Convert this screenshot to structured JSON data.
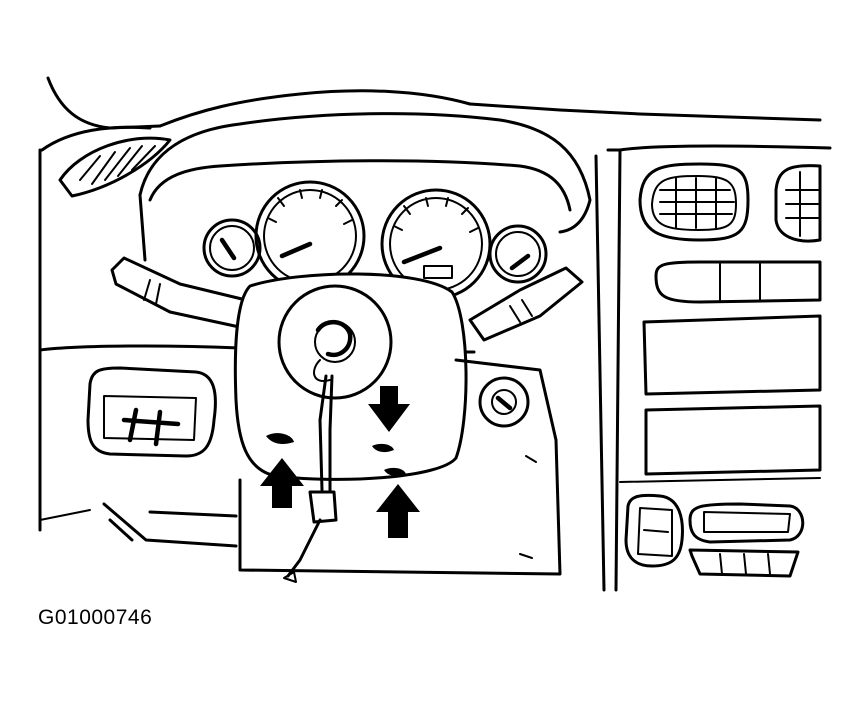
{
  "figure": {
    "caption": "G01000746",
    "colors": {
      "ink": "#000000",
      "paper": "#ffffff"
    },
    "illustration": "line-art-drawing",
    "arrows": [
      {
        "direction": "down"
      },
      {
        "direction": "up"
      },
      {
        "direction": "up"
      }
    ]
  }
}
